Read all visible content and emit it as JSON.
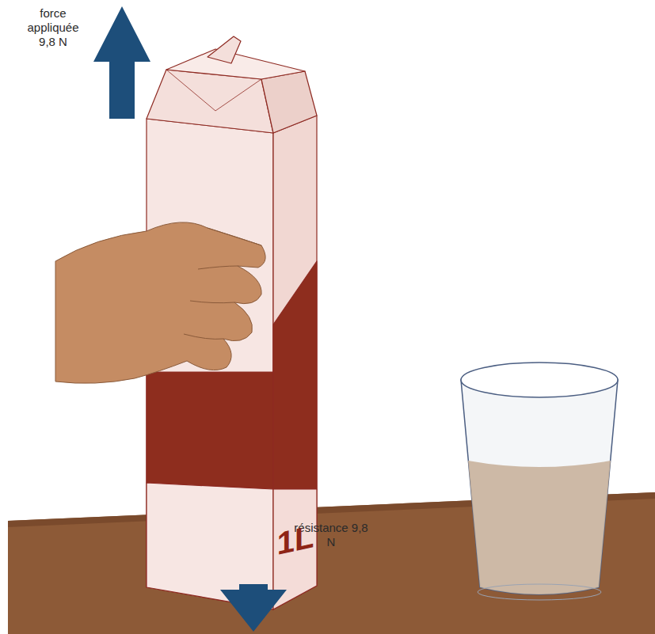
{
  "diagram": {
    "labels": [
      "force appliquée 9,8 N",
      "résistance 9,8 N",
      "1L"
    ]
  }
}
